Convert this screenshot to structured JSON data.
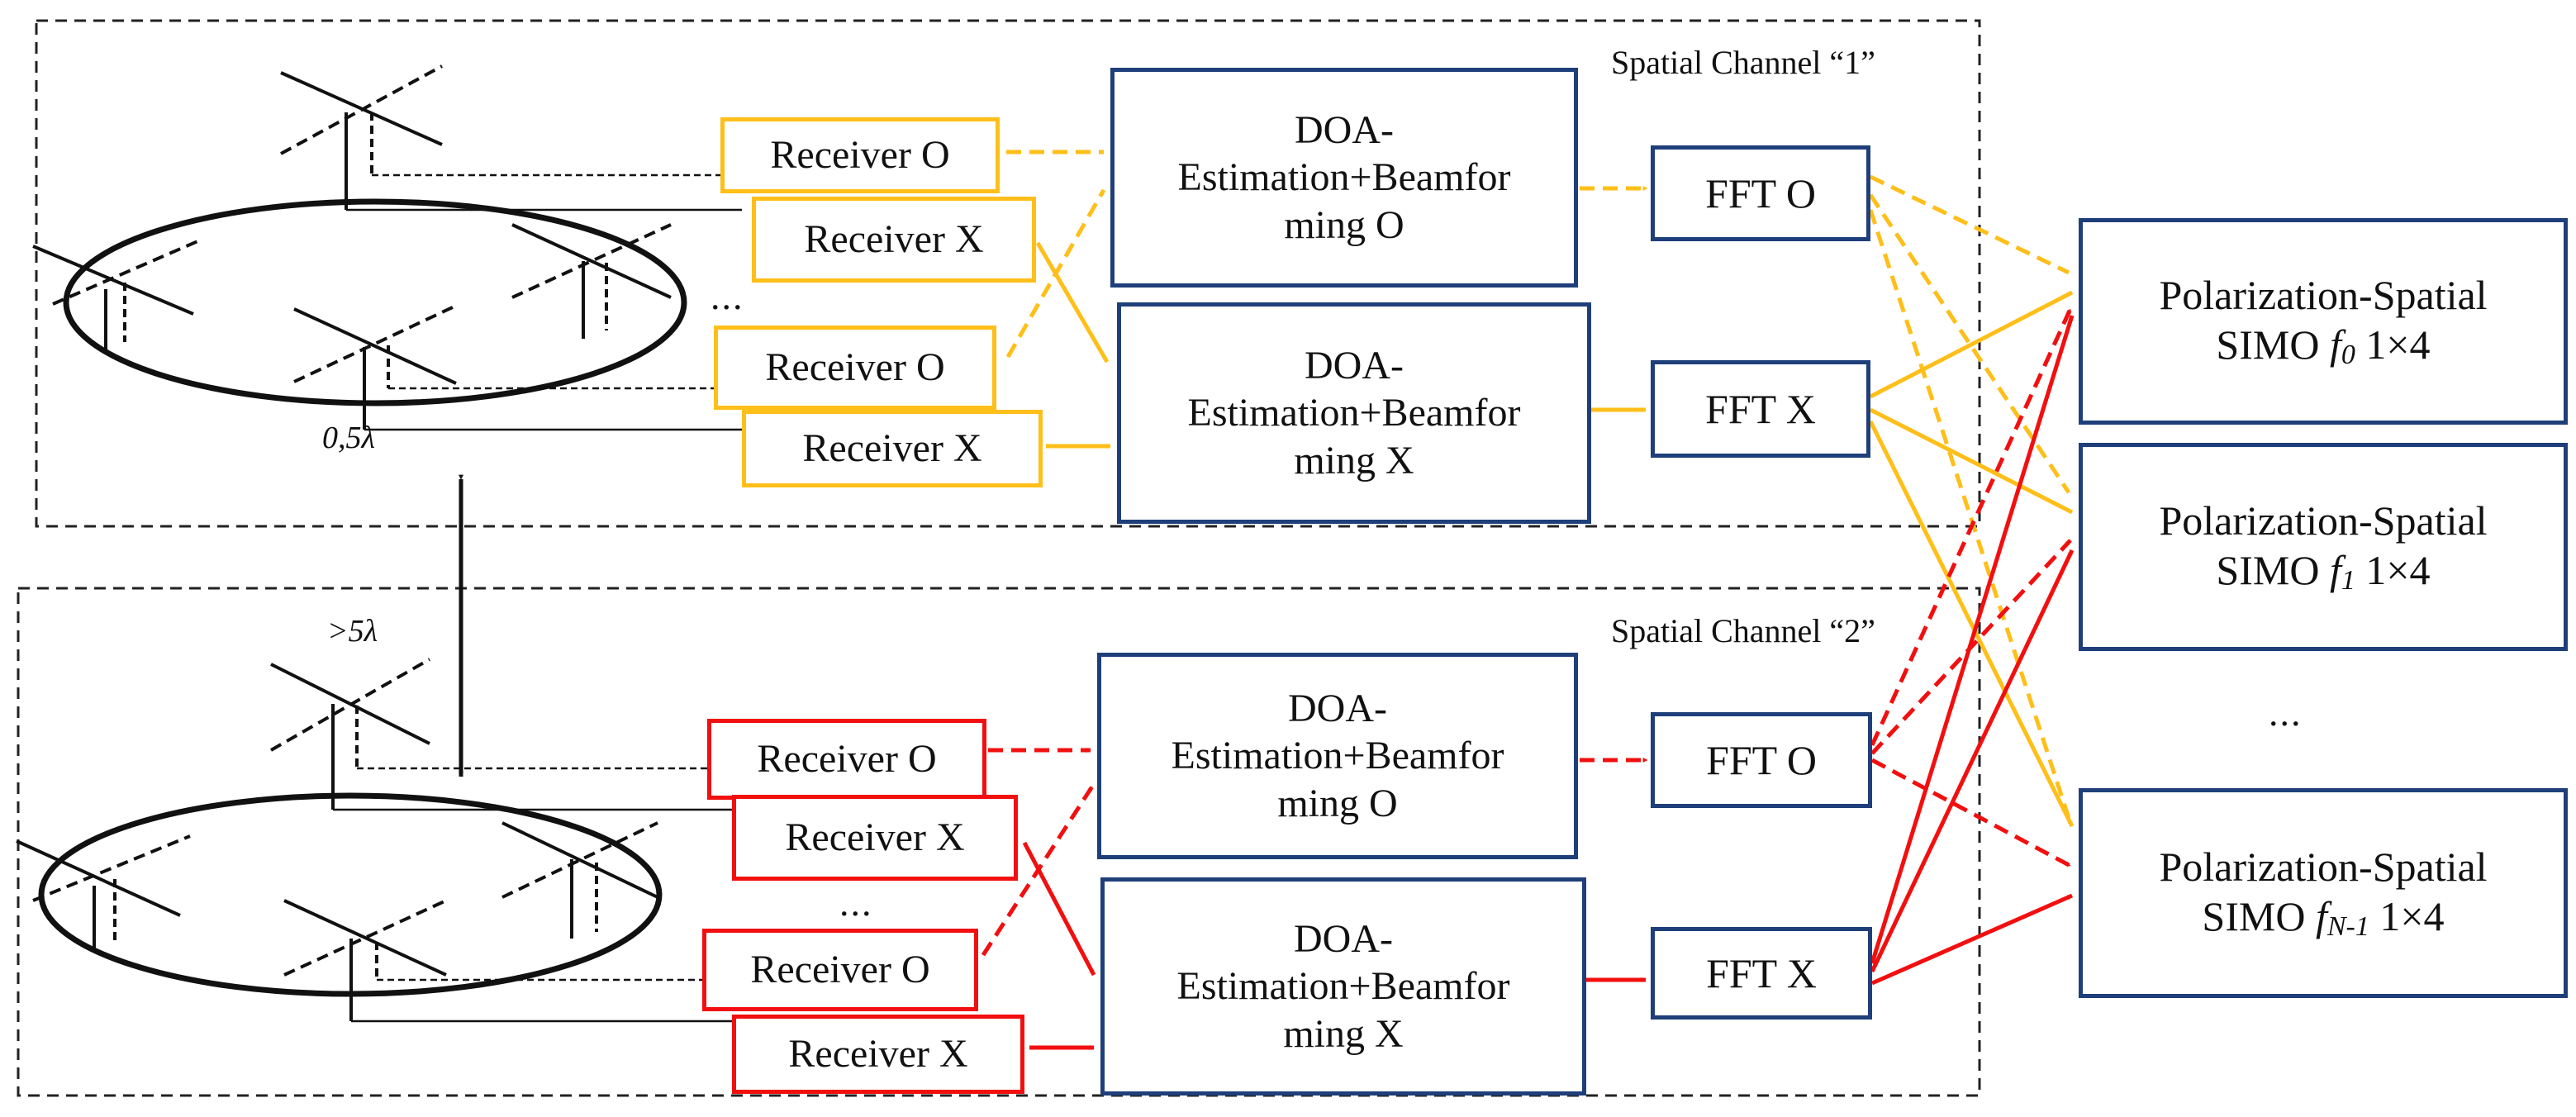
{
  "colors": {
    "channel1": "#ffbf1a",
    "channel2": "#f20f0f",
    "box_border": "#1f3f7a",
    "antenna": "#111111",
    "dashed_frame": "#222222"
  },
  "channels": [
    {
      "label": "Spatial Channel “1”",
      "antenna_spacing_label": "0,5λ",
      "array_dots": "...",
      "receivers": [
        "Receiver O",
        "Receiver X",
        "Receiver O",
        "Receiver X"
      ],
      "processors": [
        {
          "line1": "DOA-",
          "line2": "Estimation+Beamfor",
          "line3": "ming O"
        },
        {
          "line1": "DOA-",
          "line2": "Estimation+Beamfor",
          "line3": "ming X"
        }
      ],
      "ffts": [
        "FFT O",
        "FFT X"
      ]
    },
    {
      "label": "Spatial Channel “2”",
      "array_dots": "...",
      "receivers": [
        "Receiver O",
        "Receiver X",
        "Receiver O",
        "Receiver X"
      ],
      "processors": [
        {
          "line1": "DOA-",
          "line2": "Estimation+Beamfor",
          "line3": "ming O"
        },
        {
          "line1": "DOA-",
          "line2": "Estimation+Beamfor",
          "line3": "ming X"
        }
      ],
      "ffts": [
        "FFT O",
        "FFT X"
      ]
    }
  ],
  "channel_separation_label": ">5λ",
  "outputs": [
    {
      "title": "Polarization-Spatial",
      "prefix": "SIMO ",
      "freq_base": "f",
      "freq_sub": "0",
      "suffix": " 1×4"
    },
    {
      "title": "Polarization-Spatial",
      "prefix": "SIMO ",
      "freq_base": "f",
      "freq_sub": "1",
      "suffix": " 1×4"
    },
    {
      "title": "Polarization-Spatial",
      "prefix": "SIMO ",
      "freq_base": "f",
      "freq_sub": "N-1",
      "suffix": " 1×4"
    }
  ],
  "outputs_dots": "..."
}
